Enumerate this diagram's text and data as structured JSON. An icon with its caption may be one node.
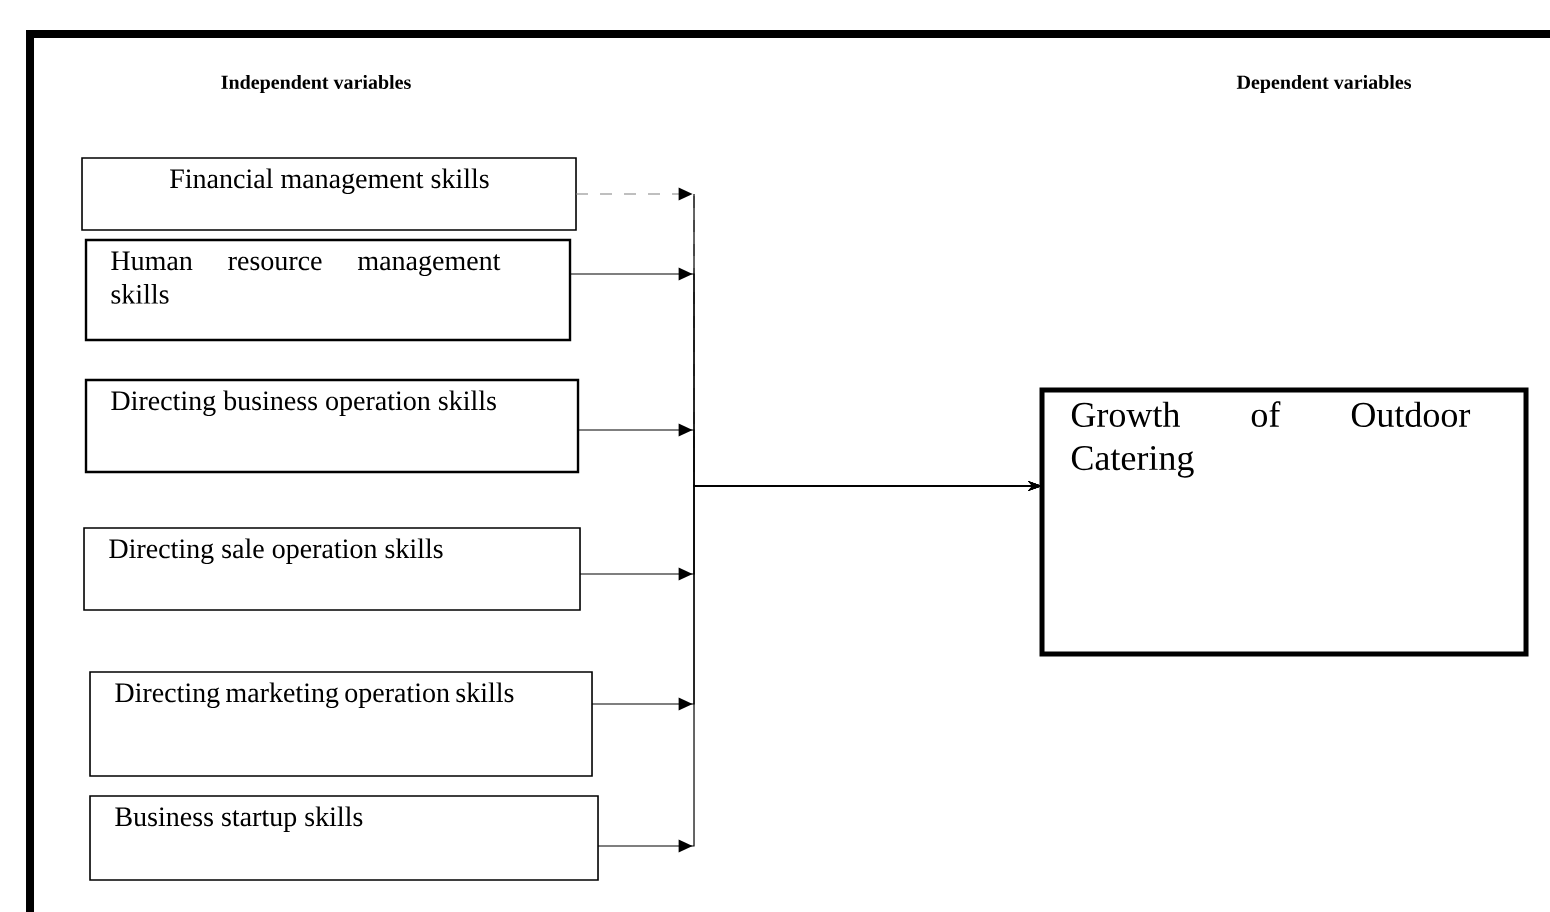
{
  "diagram": {
    "nodes": [
      {
        "text": [
          "Financial management skills"
        ]
      },
      {
        "text": [
          "Human resource management skills"
        ]
      },
      {
        "text": [
          "Directing business operation skills"
        ]
      },
      {
        "text": [
          "Directing sale operation skills"
        ]
      },
      {
        "text": [
          "Directing marketing operation skills"
        ]
      },
      {
        "text": [
          "Business startup skills"
        ]
      },
      {
        "text": [
          "Growth of Outdoor Catering"
        ]
      }
    ],
    "edges": [
      {
        "from": 0,
        "to": 6,
        "arrow": "to",
        "style": "dashed",
        "color": "#808080"
      },
      {
        "from": 1,
        "to": 6,
        "arrow": "to"
      },
      {
        "from": 2,
        "to": 6,
        "arrow": "to"
      },
      {
        "from": 3,
        "to": 6,
        "arrow": "to"
      },
      {
        "from": 4,
        "to": 6,
        "arrow": "to"
      },
      {
        "from": 5,
        "to": 6,
        "arrow": "to"
      }
    ],
    "labels": [
      "Independent variables",
      "Dependent variables"
    ]
  }
}
